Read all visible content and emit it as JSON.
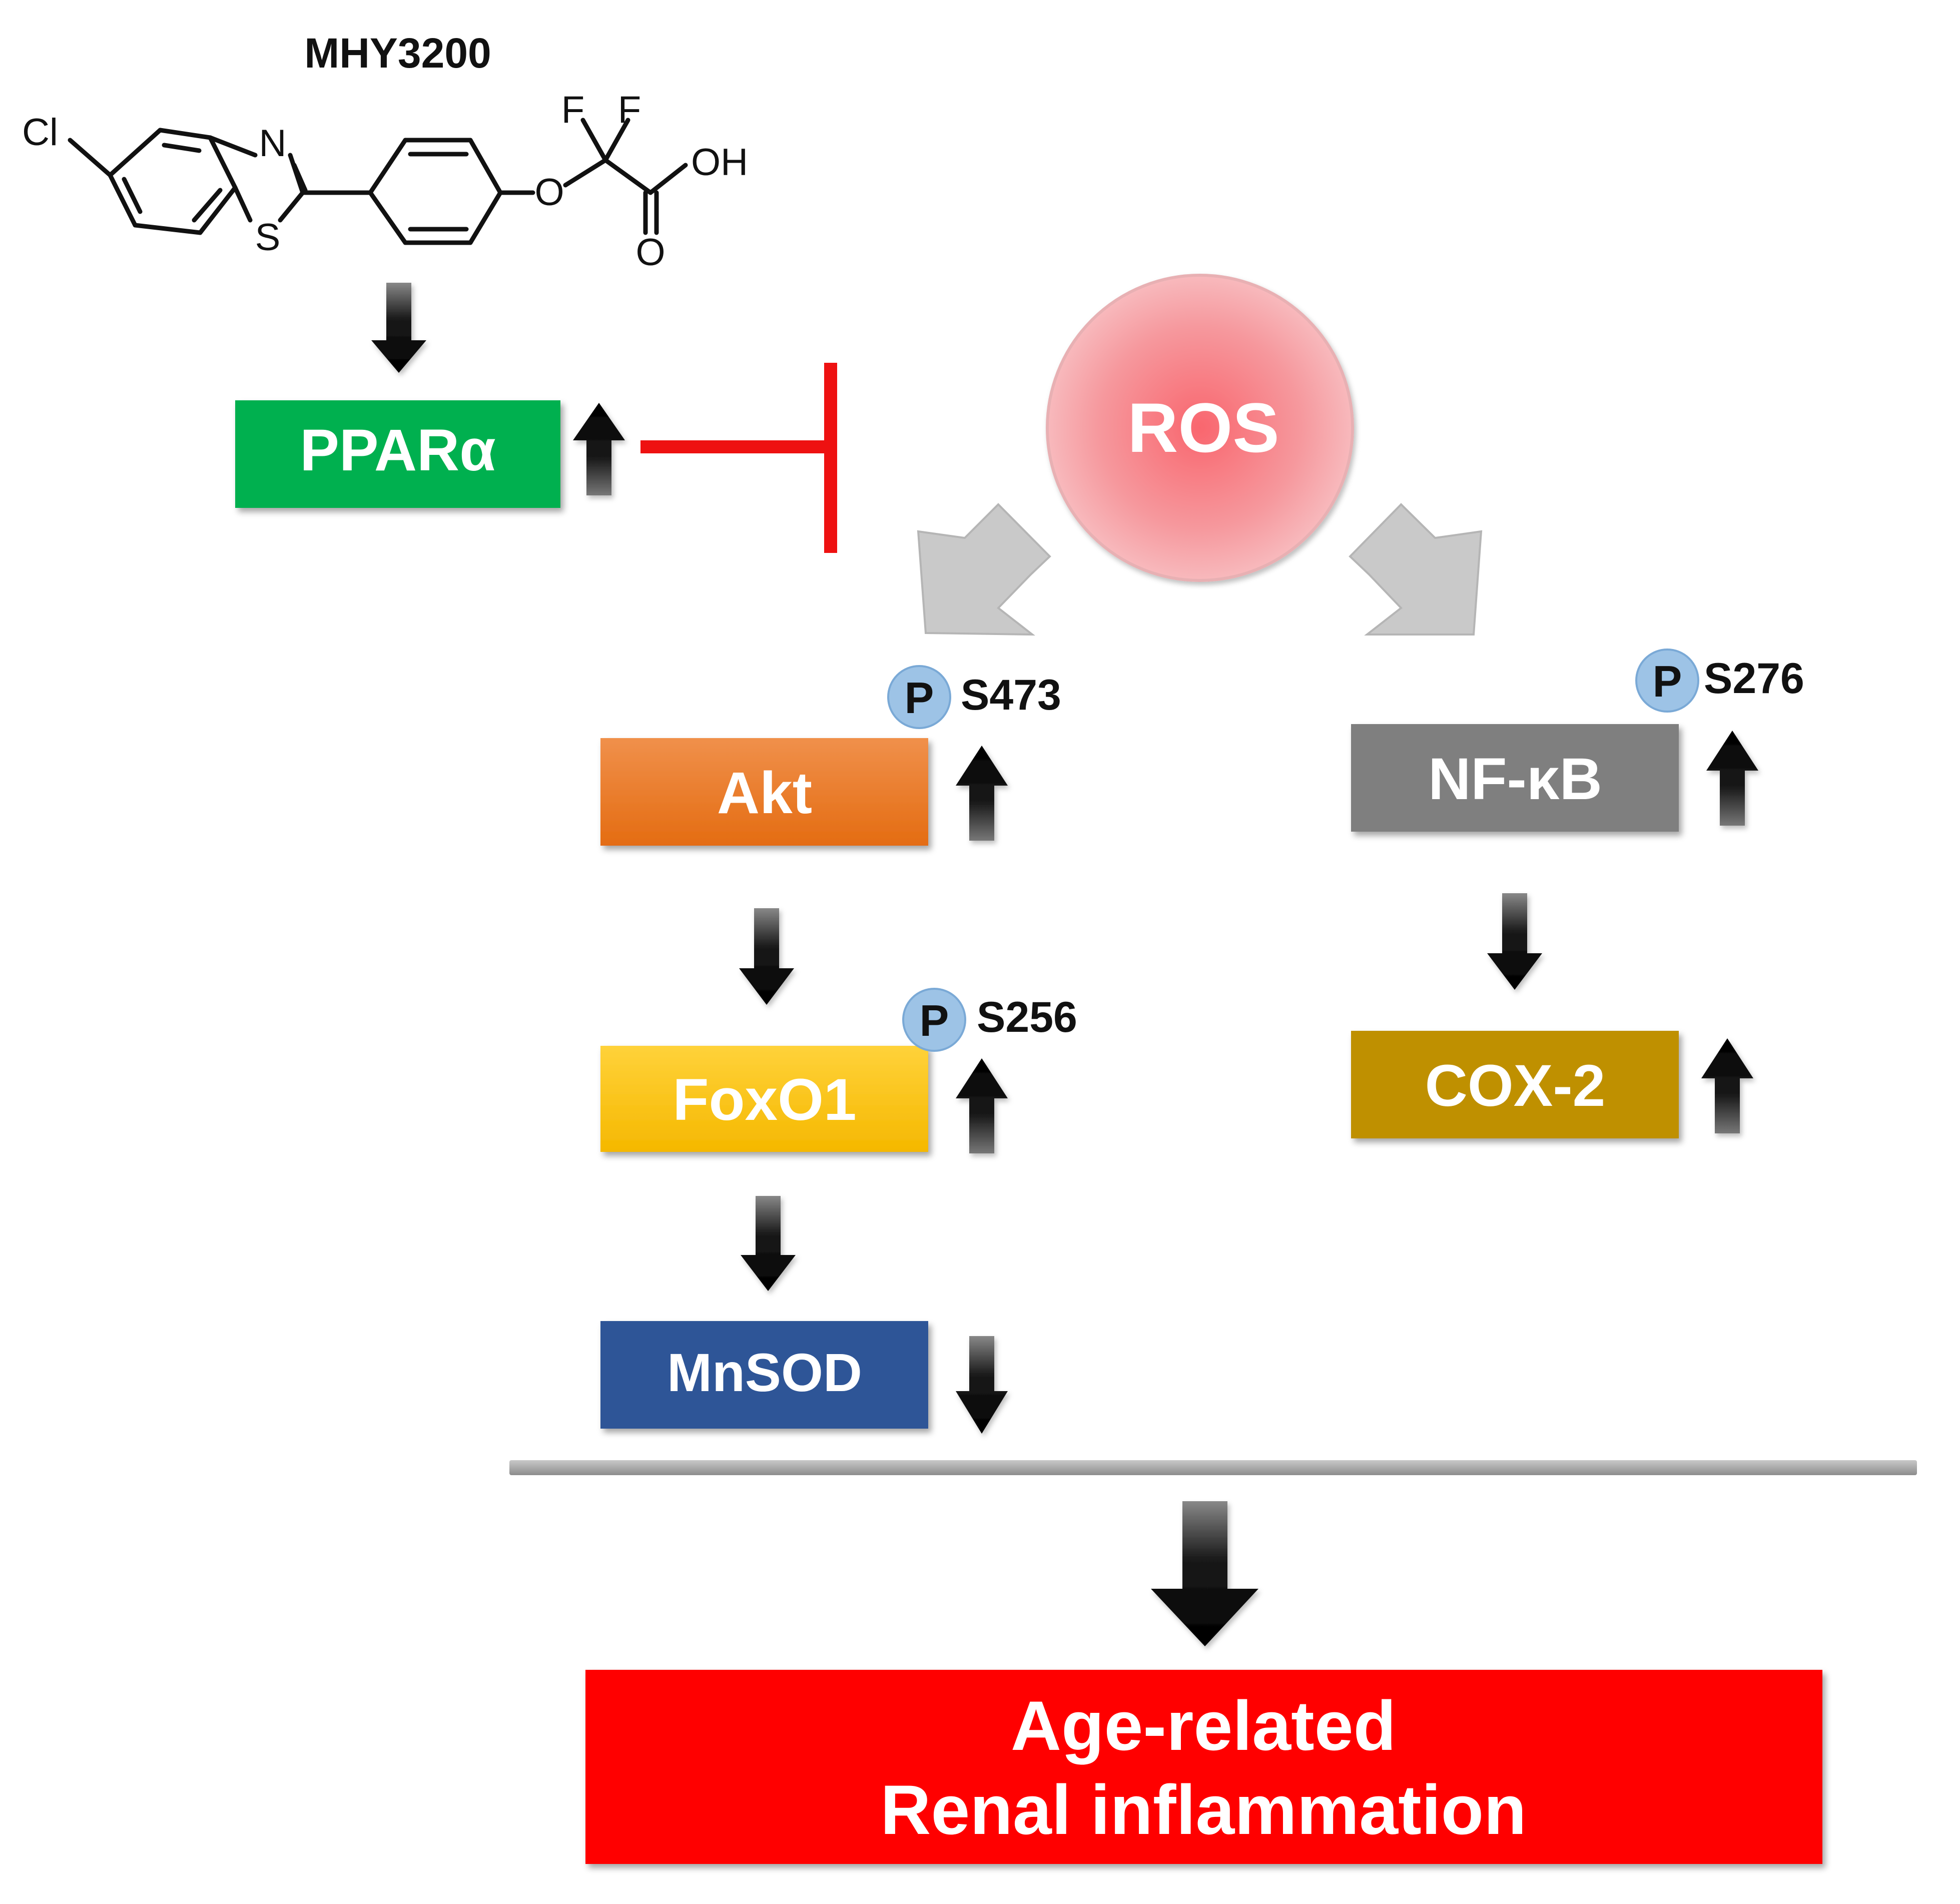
{
  "compound": {
    "name": "MHY3200",
    "atoms": {
      "cl": "Cl",
      "n": "N",
      "s": "S",
      "f1": "F",
      "f2": "F",
      "o_ether": "O",
      "oh": "OH",
      "o_carbonyl": "O"
    }
  },
  "nodes": {
    "ppar": "PPARα",
    "ros": "ROS",
    "akt": "Akt",
    "foxo1": "FoxO1",
    "mnsod": "MnSOD",
    "nfkb": "NF-κB",
    "cox2": "COX-2"
  },
  "phospho": {
    "symbol": "P",
    "akt_site": "S473",
    "foxo1_site": "S256",
    "nfkb_site": "S276"
  },
  "outcome": {
    "line1": "Age-related",
    "line2": "Renal inflammation"
  },
  "colors": {
    "ppar": "#00b050",
    "ros": "#f4a4a8",
    "akt": "#e8741f",
    "foxo1": "#ffc000",
    "mnsod": "#2f5597",
    "nfkb": "#7f7f7f",
    "cox2": "#bf9000",
    "outcome": "#ff0000",
    "inhibition": "#ee1111",
    "phospho_circle": "#9dc3e6",
    "ros_arrows": "#c9c9c9",
    "divider": "#a6a6a6"
  },
  "regulation": {
    "ppar": "up",
    "akt": "up",
    "foxo1": "up",
    "mnsod": "down",
    "nfkb": "up",
    "cox2": "up"
  }
}
